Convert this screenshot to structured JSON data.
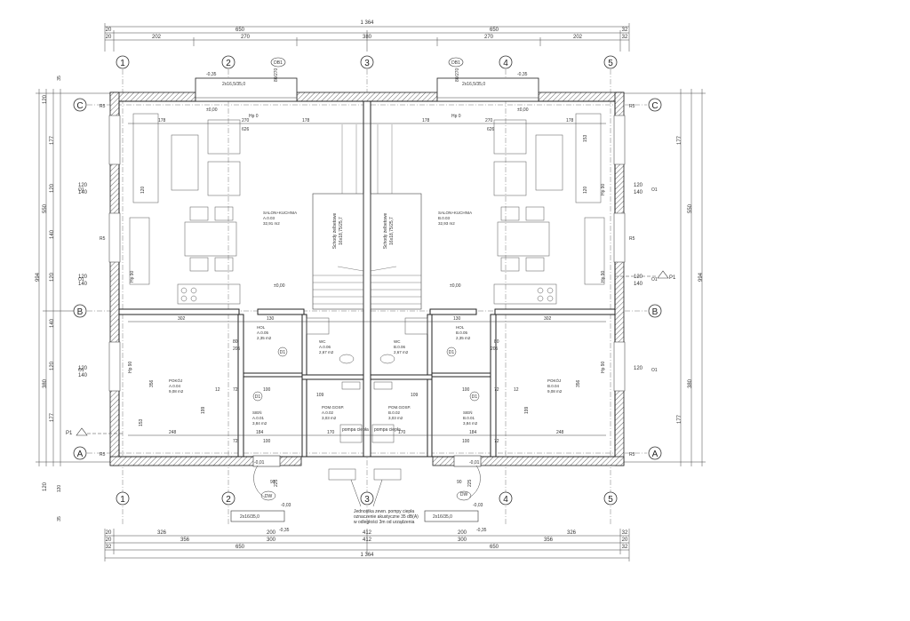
{
  "dims": {
    "top_total": "1 364",
    "top_row2": [
      "20",
      "650",
      "650",
      "32"
    ],
    "top_row3": [
      "20",
      "202",
      "270",
      "380",
      "270",
      "202",
      "32"
    ],
    "bottom_row1": [
      "20",
      "326",
      "200",
      "412",
      "200",
      "326",
      "32"
    ],
    "bottom_row2": [
      "20",
      "356",
      "300",
      "412",
      "300",
      "356",
      "20"
    ],
    "bottom_row3": [
      "32",
      "650",
      "650",
      "32"
    ],
    "bottom_total": "1 364",
    "left_row1": [
      "120",
      "550",
      "380",
      "120"
    ],
    "left_row2": [
      "177",
      "120",
      "140",
      "120",
      "140",
      "120",
      "177"
    ],
    "left_total": "994",
    "left_small": [
      "35",
      "120",
      "35"
    ],
    "right_row1": [
      "177",
      "120",
      "140",
      "120",
      "140",
      "120",
      "177"
    ],
    "right_row2": [
      "550",
      "380"
    ],
    "right_total": "994"
  },
  "axes": {
    "vertical": [
      "1",
      "2",
      "3",
      "4",
      "5"
    ],
    "horizontal": [
      "A",
      "B",
      "C"
    ]
  },
  "markers": {
    "d1": "D1",
    "db1": "DB1",
    "dw": "DW",
    "p1": "P1",
    "r5": "R5",
    "o1": "O1"
  },
  "levels": {
    "zero": "±0,00",
    "m035": "-0,35",
    "m003": "-0,03",
    "m001": "-0,01"
  },
  "windows": {
    "top": "2x16,5/35,0",
    "bottom": "2x16/35,0",
    "bot270": "80/270",
    "hp0": "Hp 0",
    "hp90": "Hp 90"
  },
  "rooms": {
    "salon_left": {
      "name": "SALON+KUCHNIA",
      "code": "A.0.03",
      "area": "32,91 m2"
    },
    "salon_right": {
      "name": "SALON+KUCHNIA",
      "code": "B.0.03",
      "area": "32,93 m2"
    },
    "pokoj_left": {
      "name": "POKÓJ",
      "code": "A.0.04",
      "area": "9,08 m2"
    },
    "pokoj_right": {
      "name": "POKÓJ",
      "code": "B.0.04",
      "area": "9,08 m2"
    },
    "hol_left": {
      "name": "HOL",
      "code": "A.0.05",
      "area": "2,35 m2"
    },
    "hol_right": {
      "name": "HOL",
      "code": "B.0.05",
      "area": "2,35 m2"
    },
    "wc_left": {
      "name": "WC",
      "code": "A.0.06",
      "area": "2,67 m2"
    },
    "wc_right": {
      "name": "WC",
      "code": "B.0.06",
      "area": "2,67 m2"
    },
    "sien_left": {
      "name": "SIEŃ",
      "code": "A.0.01",
      "area": "3,84 m2"
    },
    "sien_right": {
      "name": "SIEŃ",
      "code": "B.0.01",
      "area": "3,84 m2"
    },
    "gosp_left": {
      "name": "POM.GOSP.",
      "code": "A.0.02",
      "area": "3,03 m2"
    },
    "gosp_right": {
      "name": "POM.GOSP.",
      "code": "B.0.02",
      "area": "3,03 m2"
    }
  },
  "stairs": {
    "left": [
      "Schody żelbetowe",
      "16x18,75/25,7"
    ],
    "right": [
      "Schody żelbetowe",
      "16x18,75/25,7"
    ]
  },
  "inner": {
    "d626": "626",
    "d178": "178",
    "d270": "270",
    "d302": "302",
    "d130": "130",
    "d248": "248",
    "d184": "184",
    "d170": "170",
    "d100": "100",
    "d80": "80",
    "d205": "205",
    "d356": "356",
    "d199": "199",
    "d153": "153",
    "d120": "120",
    "d90": "90",
    "d225": "225",
    "d72": "72",
    "d12": "12",
    "d109": "109",
    "pompa": "pompa ciepła"
  },
  "note": [
    "Jednostka zewn. pompy ciepła",
    "oznaczenie akustyczne 35 dB(A)",
    "w odległości 3m od urządzenia"
  ]
}
